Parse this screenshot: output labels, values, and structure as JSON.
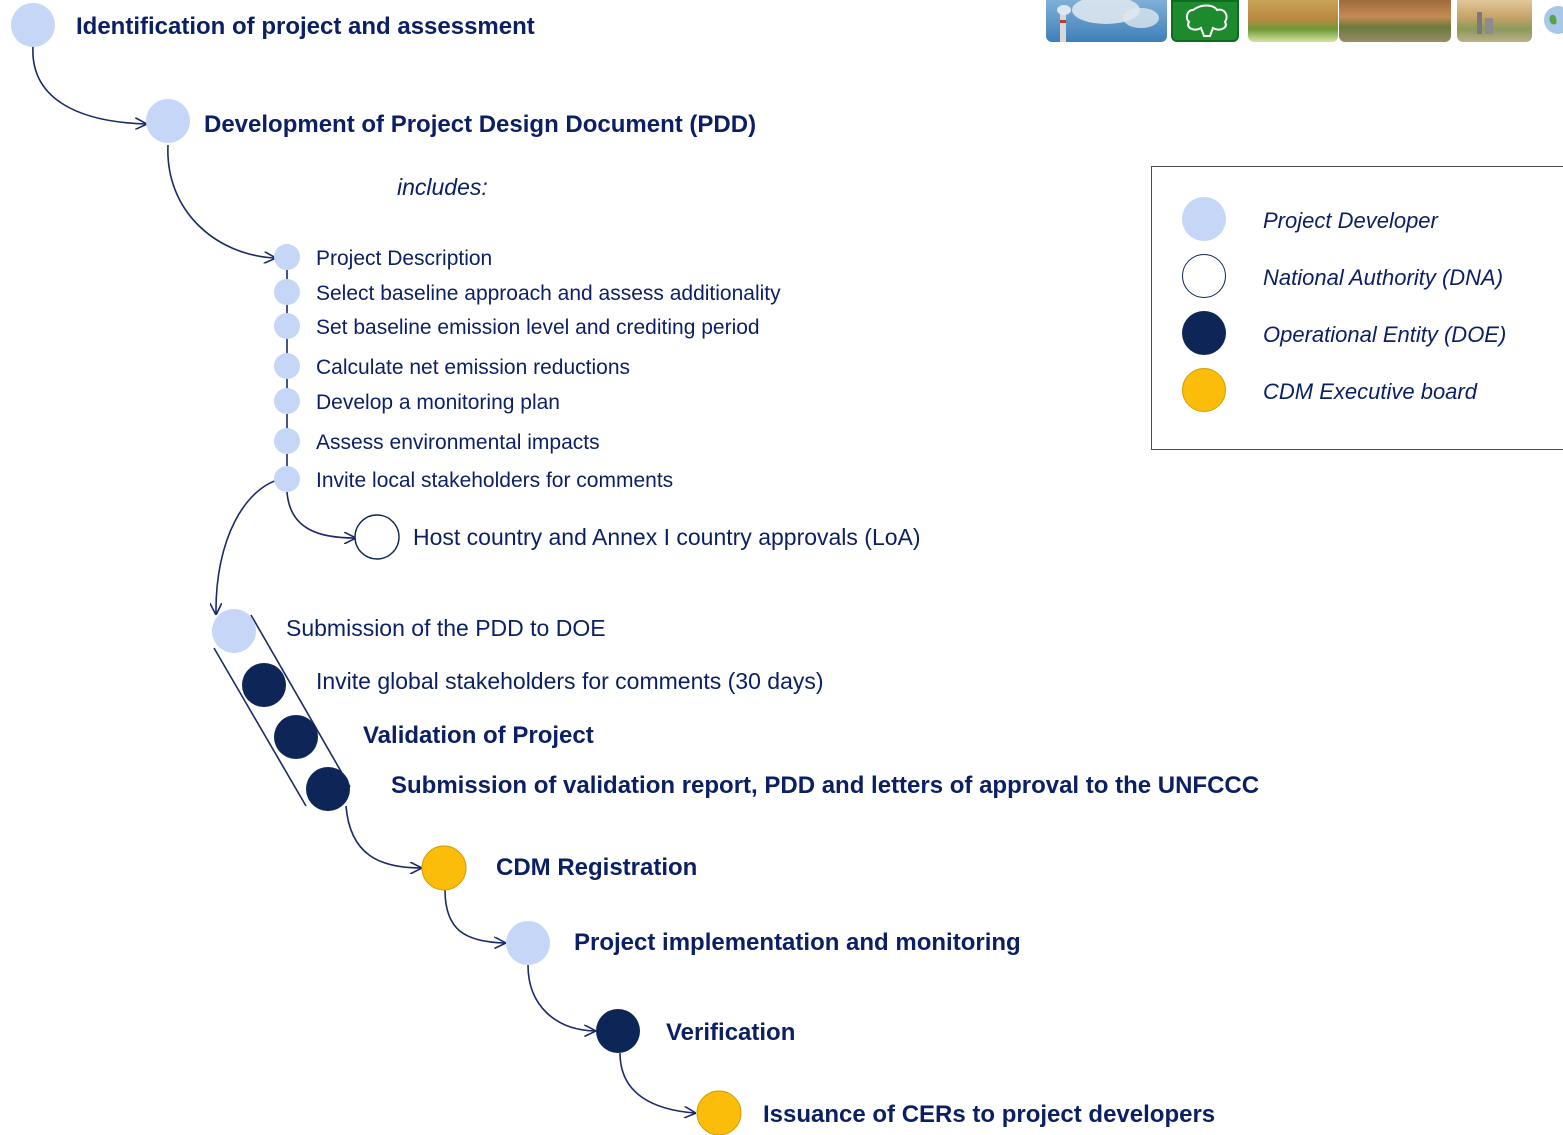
{
  "colors": {
    "project_developer": "#c6d6f6",
    "national_authority": "#ffffff",
    "operational_entity": "#0e2558",
    "executive_board": "#fbbd0a",
    "text": "#0b1f64",
    "connector": "#1a2a66"
  },
  "steps": {
    "identification": "Identification of project and assessment",
    "pdd_development": "Development of Project Design Document (PDD)",
    "includes": "includes:",
    "submission_pdd": "Submission of the PDD to DOE",
    "invite_global": "Invite global stakeholders for comments (30 days)",
    "validation": "Validation of Project",
    "submission_report": "Submission of validation report, PDD and letters of approval to the UNFCCC",
    "registration": "CDM Registration",
    "implementation": "Project implementation and monitoring",
    "verification": "Verification",
    "issuance": "Issuance of CERs to project developers",
    "approvals": "Host country and  Annex I country approvals (LoA)"
  },
  "pdd_items": [
    "Project Description",
    "Select baseline approach and assess additionality",
    "Set baseline emission level and crediting period",
    "Calculate net emission reductions",
    "Develop a monitoring plan",
    "Assess environmental impacts",
    "Invite local stakeholders for comments"
  ],
  "legend": [
    {
      "label": "Project Developer",
      "color": "#c6d6f6"
    },
    {
      "label": "National Authority (DNA)",
      "color": "#ffffff"
    },
    {
      "label": "Operational Entity (DOE)",
      "color": "#0e2558"
    },
    {
      "label": "CDM Executive board",
      "color": "#fbbd0a"
    }
  ],
  "header_images": [
    "co2-emissions-image",
    "tree-icon",
    "landscape-image",
    "construction-site-image",
    "industrial-site-image",
    "globe-image"
  ]
}
